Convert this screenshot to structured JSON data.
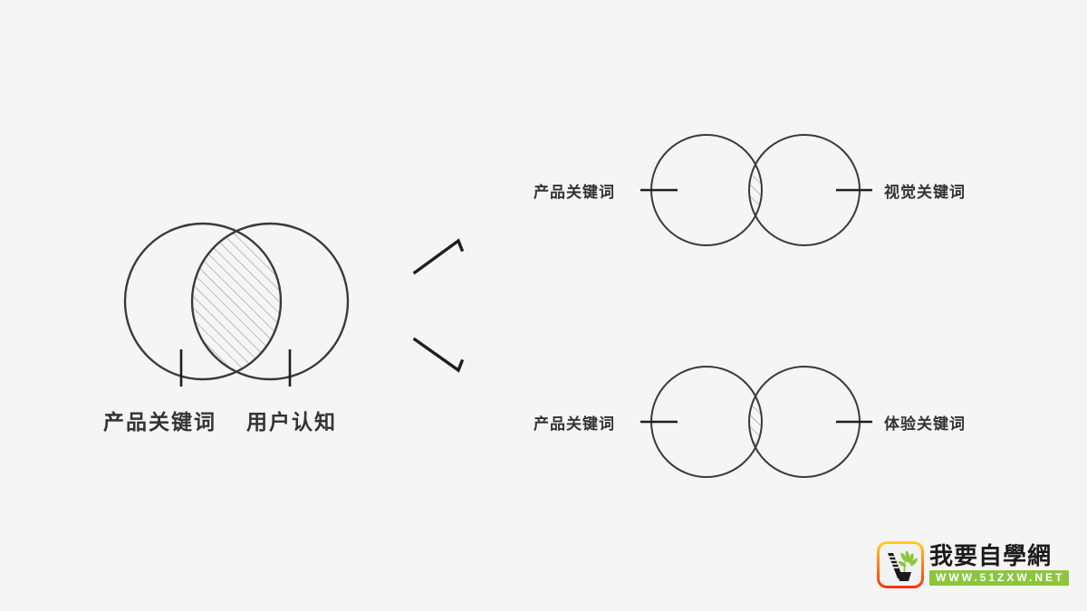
{
  "background_color": "#f5f5f5",
  "stroke_color": "#3a3a3c",
  "hatch_color": "#8d8d90",
  "text_color": "#333335",
  "diagram": {
    "type": "venn",
    "title": "",
    "source_venn": {
      "name": "source-venn",
      "left_label": "产品关键词",
      "right_label": "用户认知",
      "overlap_hatched": true
    },
    "connectors": [
      {
        "name": "chevron-up-right",
        "direction": "up-right"
      },
      {
        "name": "chevron-down-right",
        "direction": "down-right"
      }
    ],
    "result_venns": [
      {
        "name": "visual-venn",
        "left_label": "产品关键词",
        "right_label": "视觉关键词",
        "overlap_hatched": true
      },
      {
        "name": "experience-venn",
        "left_label": "产品关键词",
        "right_label": "体验关键词",
        "overlap_hatched": true
      }
    ]
  },
  "watermark": {
    "title": "我要自學網",
    "url": "WWW.51ZXW.NET",
    "badge_icon": "plant-in-pot-icon"
  }
}
